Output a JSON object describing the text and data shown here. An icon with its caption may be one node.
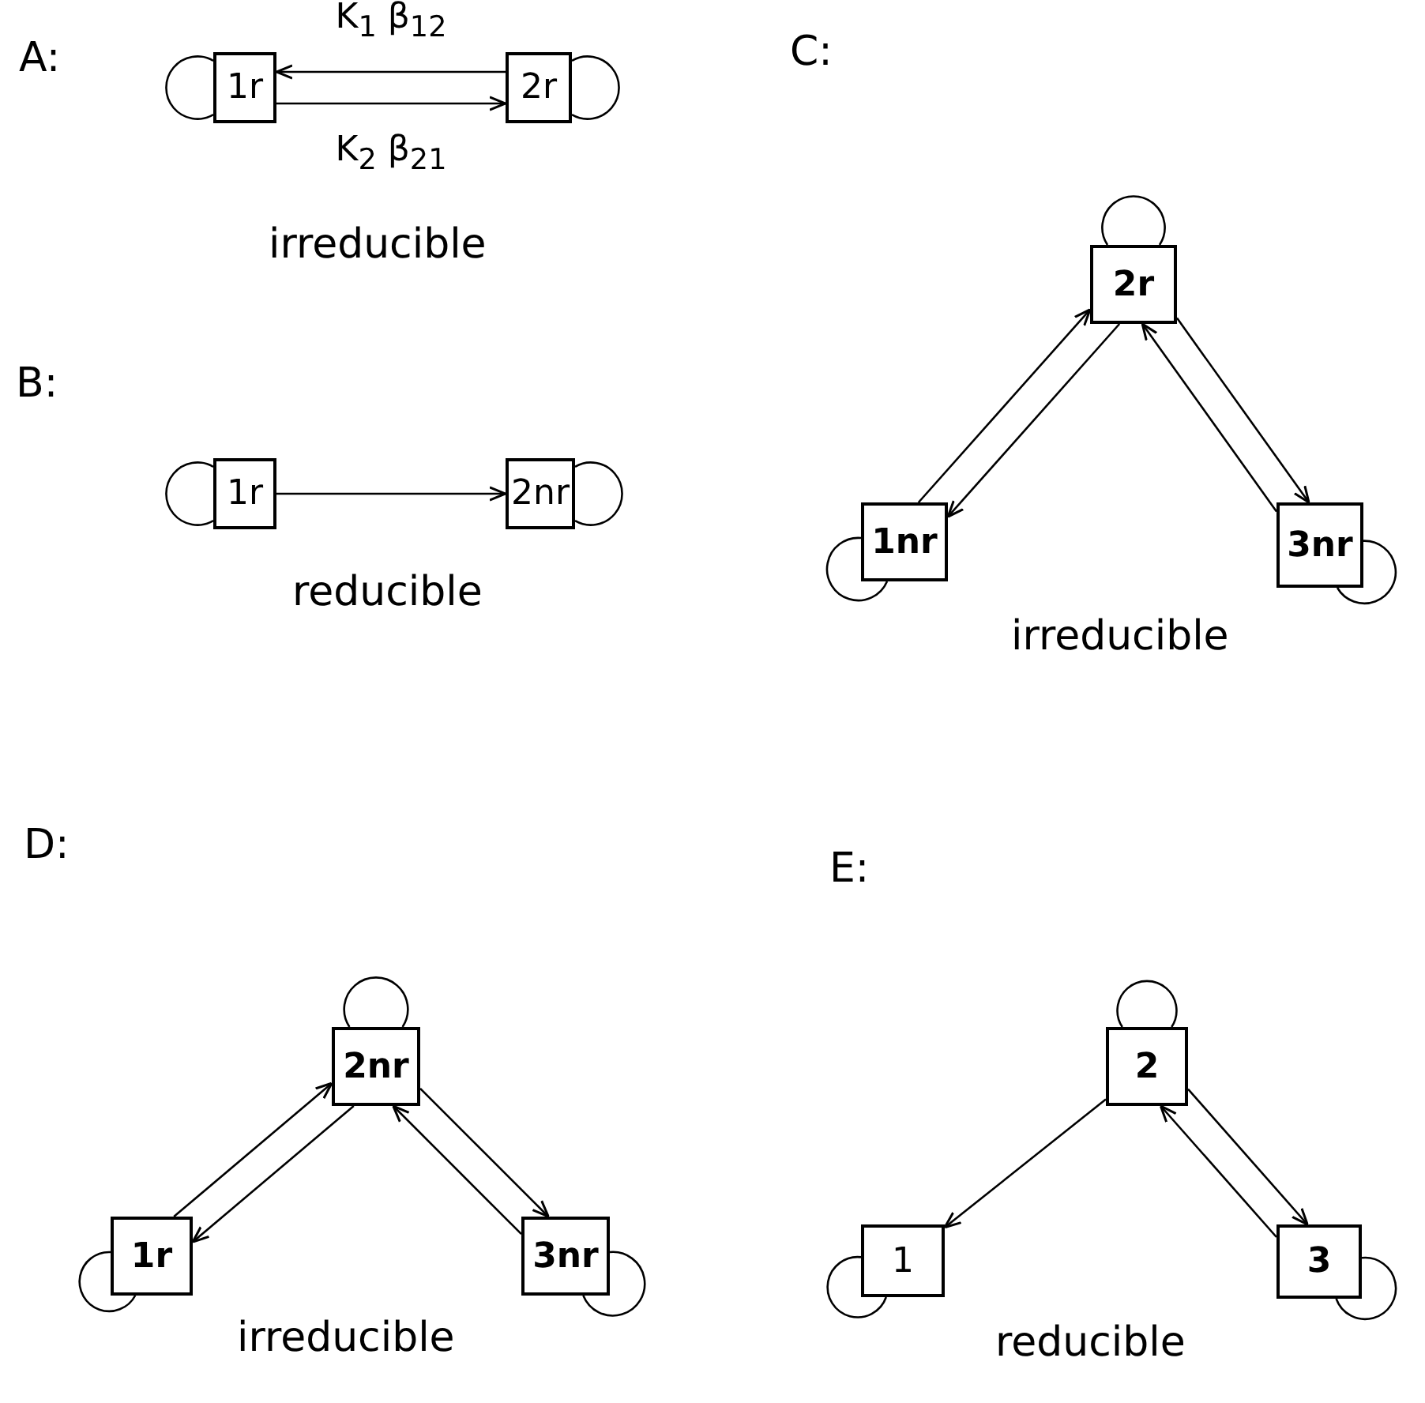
{
  "diagram": {
    "nodes": [
      {
        "text": [
          "1r"
        ]
      },
      {
        "text": [
          "2r"
        ]
      },
      {
        "text": [
          "1r"
        ]
      },
      {
        "text": [
          "2nr"
        ]
      },
      {
        "text": [
          "2r"
        ]
      },
      {
        "text": [
          "1nr"
        ]
      },
      {
        "text": [
          "3nr"
        ]
      },
      {
        "text": [
          "2nr"
        ]
      },
      {
        "text": [
          "1r"
        ]
      },
      {
        "text": [
          "3nr"
        ]
      },
      {
        "text": [
          "2"
        ]
      },
      {
        "text": [
          "1"
        ]
      },
      {
        "text": [
          "3"
        ]
      }
    ],
    "edges": [
      {
        "from": 1,
        "to": 0,
        "arrow": "to",
        "label": "K$_{1}$ β$_{12}$"
      },
      {
        "from": 0,
        "to": 1,
        "arrow": "to",
        "label": "K$_{2}$ β$_{21}$"
      },
      {
        "from": 0,
        "to": 0,
        "arrow": "none"
      },
      {
        "from": 1,
        "to": 1,
        "arrow": "none"
      },
      {
        "from": 2,
        "to": 3,
        "arrow": "to"
      },
      {
        "from": 2,
        "to": 2,
        "arrow": "none"
      },
      {
        "from": 3,
        "to": 3,
        "arrow": "none"
      },
      {
        "from": 5,
        "to": 4,
        "arrow": "to"
      },
      {
        "from": 4,
        "to": 5,
        "arrow": "to"
      },
      {
        "from": 4,
        "to": 6,
        "arrow": "to"
      },
      {
        "from": 6,
        "to": 4,
        "arrow": "to"
      },
      {
        "from": 4,
        "to": 4,
        "arrow": "none"
      },
      {
        "from": 5,
        "to": 5,
        "arrow": "none"
      },
      {
        "from": 6,
        "to": 6,
        "arrow": "none"
      },
      {
        "from": 8,
        "to": 7,
        "arrow": "to"
      },
      {
        "from": 7,
        "to": 8,
        "arrow": "to"
      },
      {
        "from": 7,
        "to": 9,
        "arrow": "to"
      },
      {
        "from": 9,
        "to": 7,
        "arrow": "to"
      },
      {
        "from": 7,
        "to": 7,
        "arrow": "none"
      },
      {
        "from": 8,
        "to": 8,
        "arrow": "none"
      },
      {
        "from": 9,
        "to": 9,
        "arrow": "none"
      },
      {
        "from": 10,
        "to": 11,
        "arrow": "to"
      },
      {
        "from": 10,
        "to": 12,
        "arrow": "to"
      },
      {
        "from": 12,
        "to": 10,
        "arrow": "to"
      },
      {
        "from": 10,
        "to": 10,
        "arrow": "none"
      },
      {
        "from": 11,
        "to": 11,
        "arrow": "none"
      },
      {
        "from": 12,
        "to": 12,
        "arrow": "none"
      }
    ],
    "labels": [
      "A:",
      "C:",
      "irreducible",
      "B:",
      "reducible",
      "irreducible",
      "D:",
      "E:",
      "irreducible",
      "reducible"
    ]
  }
}
